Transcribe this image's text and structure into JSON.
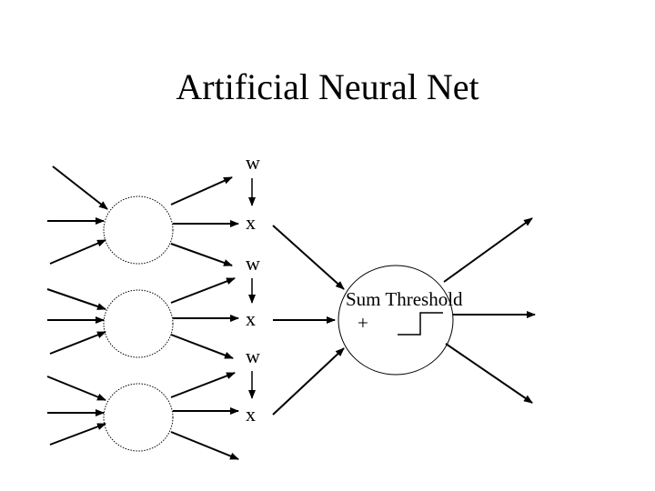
{
  "slide": {
    "title": "Artificial Neural Net"
  },
  "diagram": {
    "weight_labels": [
      "w",
      "w",
      "w"
    ],
    "multiply_labels": [
      "x",
      "x",
      "x"
    ],
    "output_neuron": {
      "label": "Sum Threshold",
      "operator": "+",
      "threshold_icon": "step-function-icon"
    },
    "colors": {
      "stroke": "#000000",
      "background": "#ffffff"
    }
  }
}
